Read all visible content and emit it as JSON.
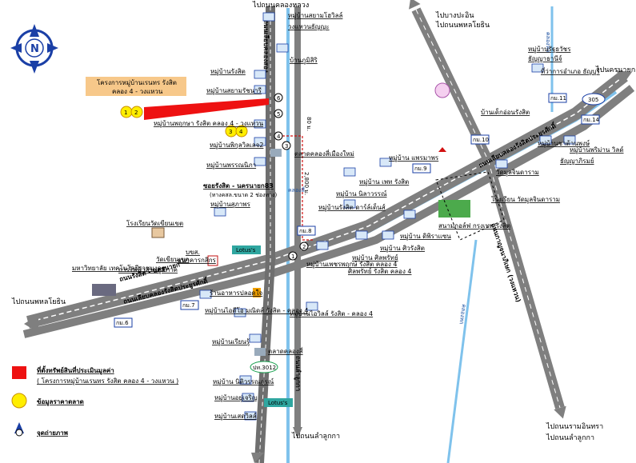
{
  "compass": {
    "letter": "N"
  },
  "project_box": {
    "line1": "โครงการหมู่บ้านเรนทร รังสิต",
    "line2": "คลอง 4 - วงแหวน"
  },
  "directions": {
    "top_center": "ไปถนนคลองหลวง",
    "top_right_1": "ไปบางปะอิน",
    "top_right_2": "ไปถนนพหลโยธิน",
    "far_right": "ไปนครนายก",
    "left": "ไปถนนพหลโยธิน",
    "bottom_center": "ไปถนนลำลูกกา",
    "bottom_right_1": "ไปถนนรามอินทรา",
    "bottom_right_2": "ไปถนนลำลูกกา"
  },
  "roads": {
    "rangsit_nakhon_nayok": "ถนนรังสิต - นครนายก",
    "rangsit_nakhon_nayok_lower": "ถนนเลียบคลองรังสิตประยูรศักดิ์",
    "upper_right": "ถนนเลียบคลองรังสิตประยูรศักดิ์",
    "outer_ring": "ถนนกาญจนาภิเษก (วงแหวน)",
    "soi": "ซอยรังสิต - นครนายก83",
    "soi_sub": "(ทางคสล.ขนาด 2 ช่องทาง)",
    "vertical_left": "ถนนเลียบคลองสอง",
    "vertical_lower": "ถนนลำลูกกา",
    "dist_1": "80 ม.",
    "dist_2": "2,800 ม."
  },
  "canals": {
    "klong4_top": "คลองสี่",
    "klong4_mid": "คลองสี่",
    "klong_right": "คลองหก",
    "klong_right_top": "คลองหก"
  },
  "villages": [
    "หมู่บ้านสยามโฮวิลล์",
    "วงแหวนธัญญะ",
    "บ้านภูมิสิริ",
    "หมู่บ้านรังสิต",
    "หมู่บ้านสยามรัชนารี",
    "หมู่บ้านพฤกษา รังสิต คลอง 4 - วงแหวน",
    "หมู่บ้านพิกุลวิลเลจ2",
    "หมู่บ้านพรรณนิภา",
    "ตลาดคลองสี่เมืองใหม่",
    "หมู่บ้าน แพรมาพร",
    "หมู่บ้าน เพท รังสิต",
    "หมู่บ้าน นิลาวรรณ์",
    "หมู่บ้านรังสิต ดาร์ล์เด็นส์",
    "หมู่บ้านสุภาพร",
    "หมู่บ้าน ดิพิราเเซน",
    "หมู่บ้าน ศิวรังสิต",
    "หมู่บ้าน ศิลพรัทย์",
    "หมู่บ้านเพชรพฤกษ์ รังสิต คลอง 4",
    "ศิลพรัทย์ รังสิต คลอง 4",
    "ร้านอาหารปลอดใจ",
    "หมู่บ้านไอดีโอ มณิดส์ รังสิต - คลอง 4",
    "หมู่บ้านไอวิลล์ รังสิต - คลอง 4",
    "หมู่บ้านเรียนรู้",
    "ตลาดคลองสี่",
    "หมู่บ้าน นิติวรรณภรณ์",
    "หมู่บ้านอยู่เจริญ",
    "หมู่บ้านเสดวิลล์",
    "หมู่บ้านชาต้านพงษ์",
    "หมู่บ้านพริม่าน วิลด์",
    "ธัญญาภิรมย์",
    "หมู่บ้านรัฐธวัชร",
    "ธัญญาธานีจ์",
    "ที่ว่าการอำเภอ ธัญบุรี",
    "บ้านเด็กอ่อนรังสิต",
    "วัดมูลจินดาราม",
    "โรงเรียน วัดมูลจินดาราม",
    "สนามกอล์ฟ กรุงเทพ รังสิต",
    "โรงเรียนวัดเขียนเขต",
    "วัดเขียนเขต",
    "การไฟฟ้าส่วนภูมิภาค",
    "มหาวิทยาลัย เทคโนโลยีราชมงคล",
    "บขส.",
    "ธนาคารกสิกร"
  ],
  "markers": {
    "km_top": "กม.11",
    "km_top_b": "กม.14",
    "km_mid": "กม.10",
    "km_mid2": "กม.9",
    "km_8": "กม.8",
    "km_7": "กม.7",
    "km_6": "กม.6",
    "route_305": "305",
    "route_4": "ปท.3012",
    "lotus_1": "Lotus's",
    "lotus_2": "Lotus's",
    "photo_points": [
      "1",
      "2",
      "3",
      "4",
      "5",
      "6"
    ],
    "price_points": [
      "1",
      "2",
      "3",
      "4"
    ]
  },
  "legend": {
    "property": "ที่ตั้งทรัพย์สินที่ประเมินมูลค่า",
    "property_sub": "( โครงการหมู่บ้านเรนทร รังสิต คลอง 4 - วงแหวน )",
    "market": "ข้อมูลราคาตลาด",
    "photo": "จุดถ่ายภาพ"
  },
  "colors": {
    "road": "#7f7f7f",
    "road_edge": "#ffffff",
    "canal": "#7fc2ec",
    "property": "#ee1111",
    "project_box": "#f7c88a",
    "market_dot": "#ffee00",
    "compass_blue": "#1a3fa6"
  }
}
